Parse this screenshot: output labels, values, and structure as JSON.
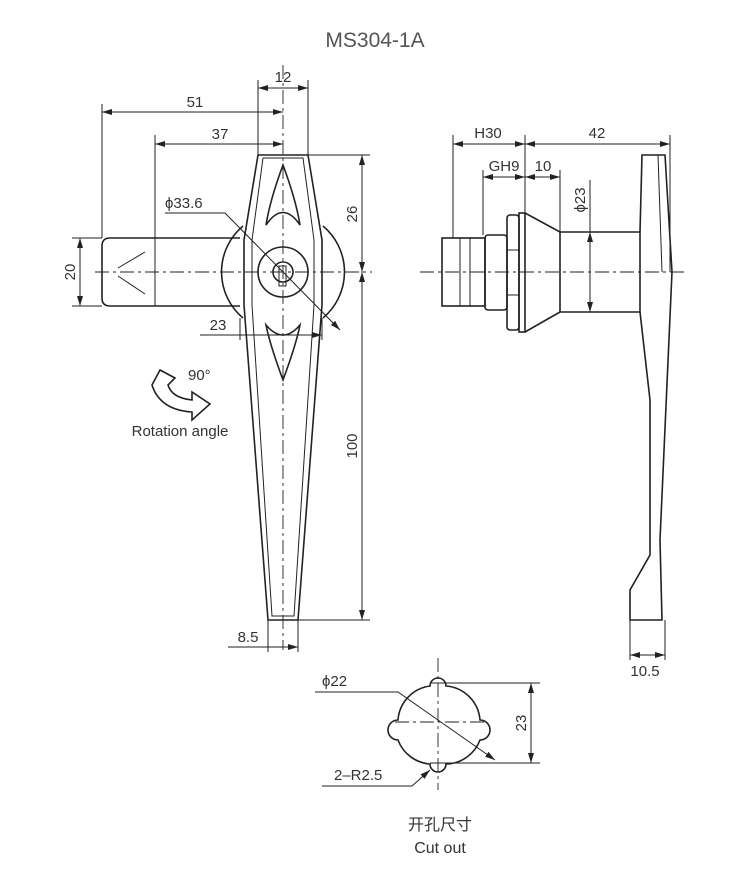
{
  "title": "MS304-1A",
  "front_view": {
    "dims": {
      "width_12": "12",
      "len_51": "51",
      "len_37": "37",
      "dia_33_6": "ϕ33.6",
      "h_26": "26",
      "h_20": "20",
      "w_23": "23",
      "h_100": "100",
      "w_8_5": "8.5"
    },
    "rotation": {
      "angle": "90°",
      "label": "Rotation angle",
      "icon": "rotation-arrow-icon"
    }
  },
  "side_view": {
    "dims": {
      "h30": "H30",
      "len_42": "42",
      "gh9": "GH9",
      "len_10": "10",
      "dia_23": "ϕ23",
      "w_10_5": "10.5"
    }
  },
  "cutout": {
    "dims": {
      "dia_22": "ϕ22",
      "height_23": "23",
      "radius": "2–R2.5"
    },
    "label_cn": "开孔尺寸",
    "label_en": "Cut out"
  }
}
